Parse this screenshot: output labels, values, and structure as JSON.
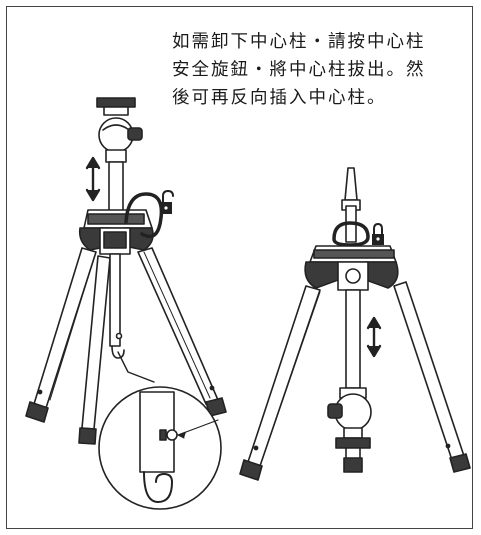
{
  "instruction": {
    "lines": [
      "如需卸下中心柱・請按中心柱",
      "安全旋鈕・將中心柱拔出。然",
      "後可再反向插入中心柱。"
    ]
  },
  "icons": {
    "unlock": "unlock-padlock-icon",
    "lock": "lock-padlock-icon",
    "move_arrows": "double-headed-arrow-icon",
    "pointer_arrow": "pointer-arrow-icon"
  },
  "colors": {
    "line": "#222222",
    "rubber": "#3a3a3a",
    "frame": "#444444"
  }
}
